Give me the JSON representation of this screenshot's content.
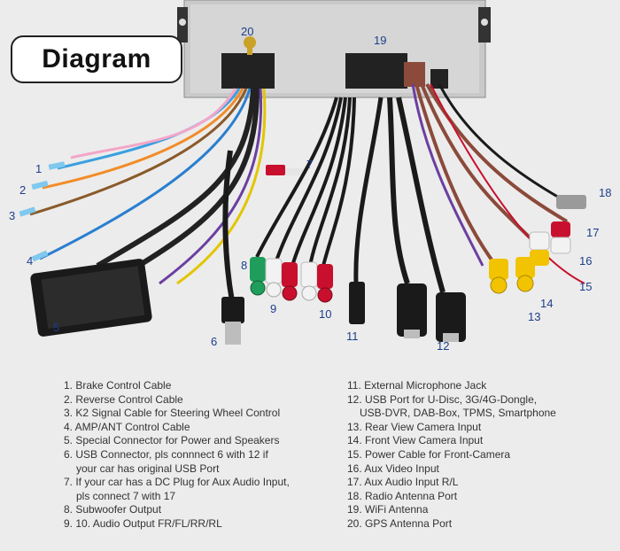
{
  "title": "Diagram",
  "callouts": [
    "1",
    "2",
    "3",
    "4",
    "5",
    "6",
    "7",
    "8",
    "9",
    "10",
    "11",
    "12",
    "13",
    "14",
    "15",
    "16",
    "17",
    "18",
    "19",
    "20"
  ],
  "colors": {
    "background": "#ececec",
    "title_border": "#222222",
    "callout_text": "#1c3e8c",
    "harness_black": "#1a1a1a",
    "rca_red": "#c8102e",
    "rca_white": "#f2f2f2",
    "rca_yellow": "#f2c300",
    "rca_green": "#1e9e5a",
    "head_unit": "#c9c9c9"
  },
  "legend_left": [
    {
      "line": "1. Brake Control Cable"
    },
    {
      "line": "2. Reverse Control Cable"
    },
    {
      "line": "3. K2 Signal Cable for Steering Wheel Control"
    },
    {
      "line": "4. AMP/ANT Control Cable"
    },
    {
      "line": "5. Special Connector for Power and Speakers"
    },
    {
      "line": "6. USB Connector, pls connnect 6 with 12 if",
      "cont": "your car has original USB Port"
    },
    {
      "line": "7. If your car has a DC Plug for Aux Audio Input,",
      "cont": "pls connect 7 with 17"
    },
    {
      "line": "8. Subwoofer Output"
    },
    {
      "line": "9. 10. Audio Output FR/FL/RR/RL"
    }
  ],
  "legend_right": [
    {
      "line": "11. External Microphone Jack"
    },
    {
      "line": "12. USB Port for U-Disc, 3G/4G-Dongle,",
      "cont": "USB-DVR, DAB-Box, TPMS, Smartphone"
    },
    {
      "line": "13. Rear View Camera Input"
    },
    {
      "line": "14. Front View Camera Input"
    },
    {
      "line": "15. Power Cable for Front-Camera"
    },
    {
      "line": "16. Aux Video Input"
    },
    {
      "line": "17. Aux Audio Input R/L"
    },
    {
      "line": "18. Radio Antenna Port"
    },
    {
      "line": "19. WiFi Antenna"
    },
    {
      "line": "20. GPS Antenna Port"
    }
  ]
}
